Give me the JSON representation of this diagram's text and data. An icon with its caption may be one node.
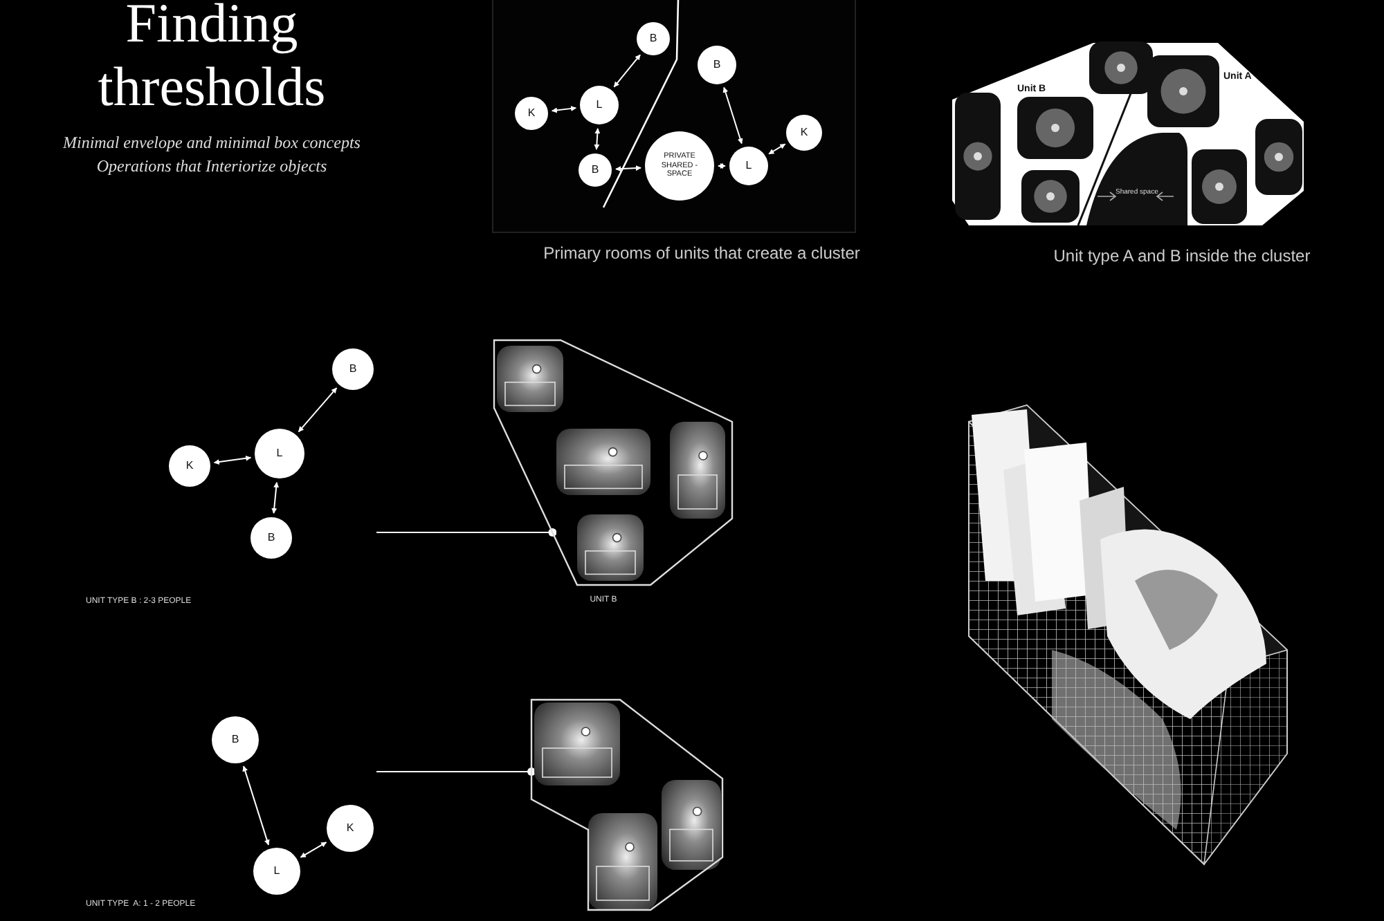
{
  "diagram": {
    "title": "Finding thresholds",
    "nodes": [
      {
        "text": [
          "B"
        ]
      },
      {
        "text": [
          "K"
        ]
      },
      {
        "text": [
          "L"
        ]
      },
      {
        "text": [
          "B"
        ]
      },
      {
        "text": [
          "B"
        ]
      },
      {
        "text": [
          "PRIVATE SHARED - SPACE"
        ]
      },
      {
        "text": [
          "L"
        ]
      },
      {
        "text": [
          "K"
        ]
      },
      {
        "text": [
          "B"
        ]
      },
      {
        "text": [
          "K"
        ]
      },
      {
        "text": [
          "L"
        ]
      },
      {
        "text": [
          "B"
        ]
      },
      {
        "text": [
          "UNIT B"
        ]
      },
      {
        "text": [
          "B"
        ]
      },
      {
        "text": [
          "K"
        ]
      },
      {
        "text": [
          "L"
        ]
      },
      {
        "text": [],
        "shape": "picture"
      }
    ],
    "edges": [
      {
        "from": 1,
        "to": 2,
        "arrow": "both"
      },
      {
        "from": 2,
        "to": 0,
        "arrow": "both"
      },
      {
        "from": 2,
        "to": 3,
        "arrow": "both"
      },
      {
        "from": 3,
        "to": 5,
        "arrow": "both"
      },
      {
        "from": 5,
        "to": 6,
        "arrow": "both"
      },
      {
        "from": 6,
        "to": 7,
        "arrow": "both"
      },
      {
        "from": 4,
        "to": 6,
        "arrow": "both"
      },
      {
        "from": 9,
        "to": 10,
        "arrow": "both"
      },
      {
        "from": 10,
        "to": 8,
        "arrow": "both"
      },
      {
        "from": 10,
        "to": 11,
        "arrow": "both"
      },
      {
        "from": null,
        "to": 12,
        "arrow": "other"
      },
      {
        "from": 13,
        "to": 15,
        "arrow": "both"
      },
      {
        "from": 15,
        "to": 14,
        "arrow": "both"
      },
      {
        "from": null,
        "to": 16,
        "arrow": "other"
      }
    ],
    "labels": [
      "Minimal envelope and minimal box concepts",
      "Operations that Interiorize objects",
      "Primary rooms of units that create a cluster",
      "Unit B",
      "Unit A",
      "Shared space",
      "Unit type A and B inside the cluster",
      "UNIT TYPE B : 2-3 PEOPLE",
      "UNIT TYPE  A: 1 - 2 PEOPLE"
    ]
  }
}
